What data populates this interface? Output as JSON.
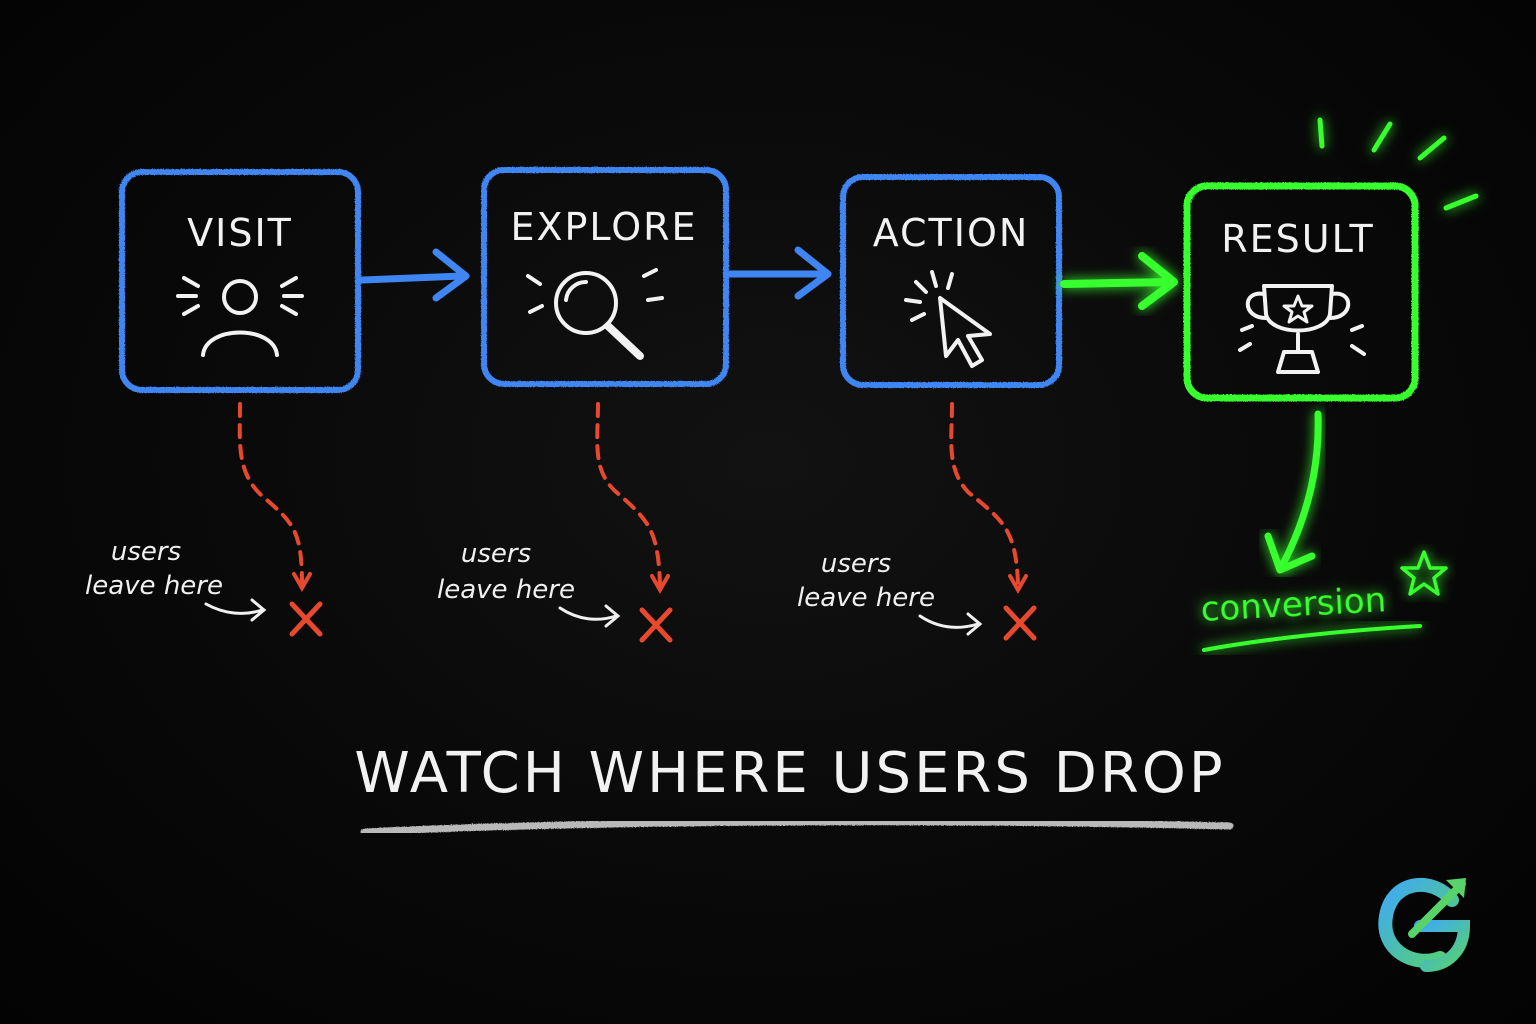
{
  "funnel": {
    "stages": [
      {
        "label": "VISIT",
        "icon": "user-icon",
        "color": "#3f86f2"
      },
      {
        "label": "EXPLORE",
        "icon": "magnifier-icon",
        "color": "#3f86f2"
      },
      {
        "label": "ACTION",
        "icon": "cursor-icon",
        "color": "#3f86f2"
      },
      {
        "label": "RESULT",
        "icon": "trophy-icon",
        "color": "#39ff2e"
      }
    ],
    "dropoffs": [
      {
        "line1": "users",
        "line2": "leave here"
      },
      {
        "line1": "users",
        "line2": "leave here"
      },
      {
        "line1": "users",
        "line2": "leave here"
      }
    ],
    "conversion_label": "conversion",
    "dropoff_color": "#e8492e"
  },
  "headline": "WATCH WHERE USERS DROP",
  "logo": {
    "icon": "logo-mark-icon",
    "colors": [
      "#3fa9f5",
      "#57d36a"
    ]
  }
}
